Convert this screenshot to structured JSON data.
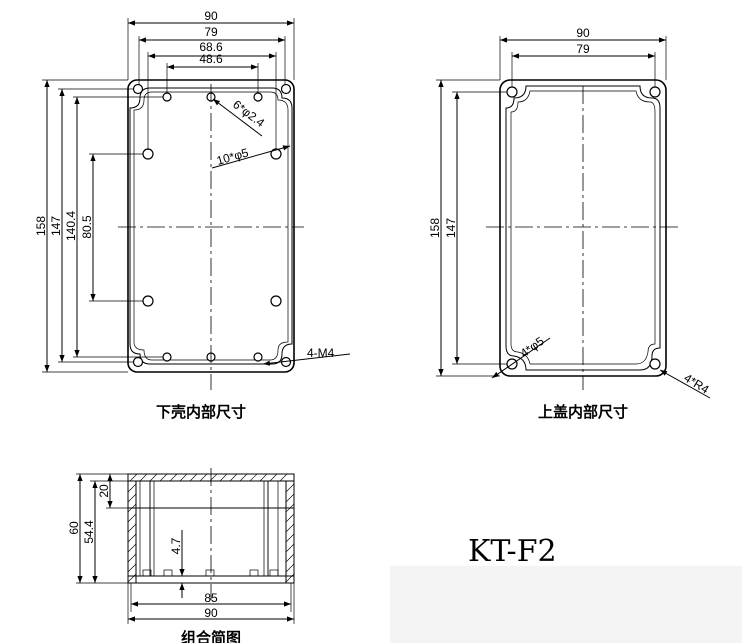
{
  "bottom_shell": {
    "caption": "下壳内部尺寸",
    "width_labels": [
      "90",
      "79",
      "68.6",
      "48.6"
    ],
    "height_labels": [
      "158",
      "147",
      "140.4",
      "80.5"
    ],
    "hole_label_small": "6*φ2.4",
    "hole_label_large": "10*φ5",
    "thread_label": "4-M4"
  },
  "top_cover": {
    "caption": "上盖内部尺寸",
    "width_labels": [
      "90",
      "79"
    ],
    "height_labels": [
      "158",
      "147"
    ],
    "hole_label": "4*φ5",
    "radius_label": "4*R4"
  },
  "section_view": {
    "caption": "组合简图",
    "height_labels": [
      "60",
      "54.4",
      "20",
      "4.7"
    ],
    "width_labels": [
      "85",
      "90"
    ]
  },
  "model": "KT-F2"
}
